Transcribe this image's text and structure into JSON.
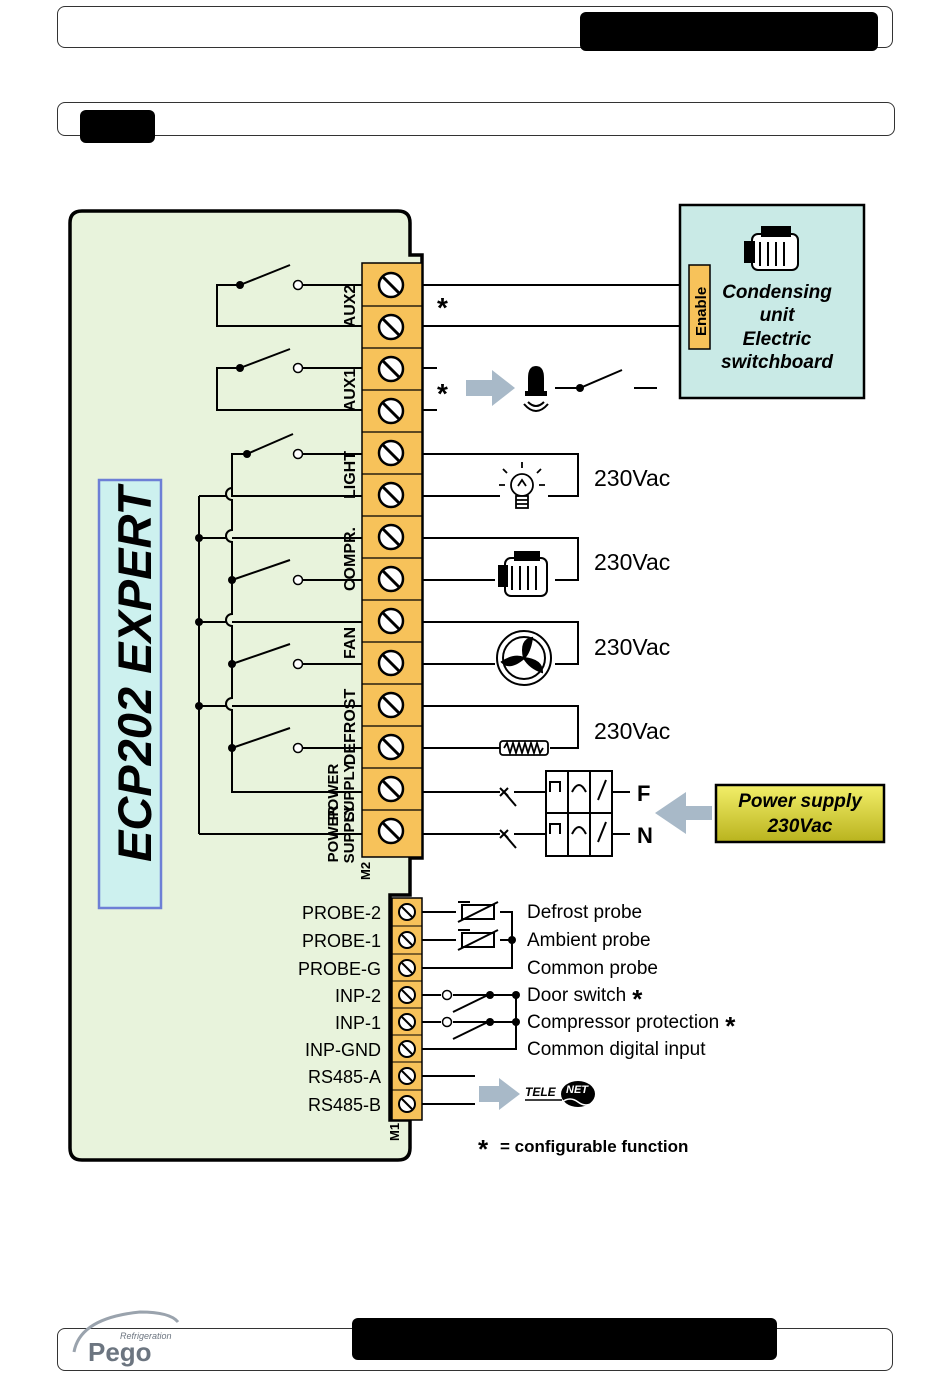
{
  "device": {
    "name": "ECP202 EXPERT"
  },
  "m2_block": {
    "label": "M2",
    "groups": [
      {
        "label": "AUX2",
        "id": "aux2"
      },
      {
        "label": "AUX1",
        "id": "aux1"
      },
      {
        "label": "LIGHT",
        "id": "light"
      },
      {
        "label": "COMPR.",
        "id": "compr"
      },
      {
        "label": "FAN",
        "id": "fan"
      },
      {
        "label": "DEFROST",
        "id": "defrost"
      },
      {
        "label_line1": "POWER",
        "label_line2": "SUPPLY",
        "id": "power-1"
      },
      {
        "label_line1": "POWER",
        "label_line2": "SUPPLY",
        "id": "power-2"
      }
    ]
  },
  "m1_block": {
    "label": "M1",
    "terminals": [
      {
        "label": "PROBE-2",
        "description": "Defrost probe",
        "star": false
      },
      {
        "label": "PROBE-1",
        "description": "Ambient probe",
        "star": false
      },
      {
        "label": "PROBE-G",
        "description": "Common probe",
        "star": false
      },
      {
        "label": "INP-2",
        "description": "Door switch",
        "star": true
      },
      {
        "label": "INP-1",
        "description": "Compressor protection",
        "star": true
      },
      {
        "label": "INP-GND",
        "description": "Common digital input",
        "star": false
      },
      {
        "label": "RS485-A",
        "description": "",
        "star": false
      },
      {
        "label": "RS485-B",
        "description": "",
        "star": false
      }
    ]
  },
  "voltage_labels": [
    "230Vac",
    "230Vac",
    "230Vac",
    "230Vac"
  ],
  "condensing": {
    "enable": "Enable",
    "line1": "Condensing",
    "line2": "unit",
    "line3": "Electric",
    "line4": "switchboard"
  },
  "aux_star": "*",
  "power_supply": {
    "line1": "Power supply",
    "line2": "230Vac",
    "phase": "F",
    "neutral": "N"
  },
  "telenet": {
    "tele": "TELE",
    "net": "NET"
  },
  "legend": {
    "star": "*",
    "text": "= configurable function"
  },
  "footer": {
    "logo": "Pego",
    "logo_sub": "Refrigeration"
  },
  "colors": {
    "board": "#e8f3dc",
    "terminal": "#f7c25a",
    "name_panel": "#cdf1ef",
    "condensing_panel": "#c9eae6",
    "power_panel": "#e6e337"
  }
}
